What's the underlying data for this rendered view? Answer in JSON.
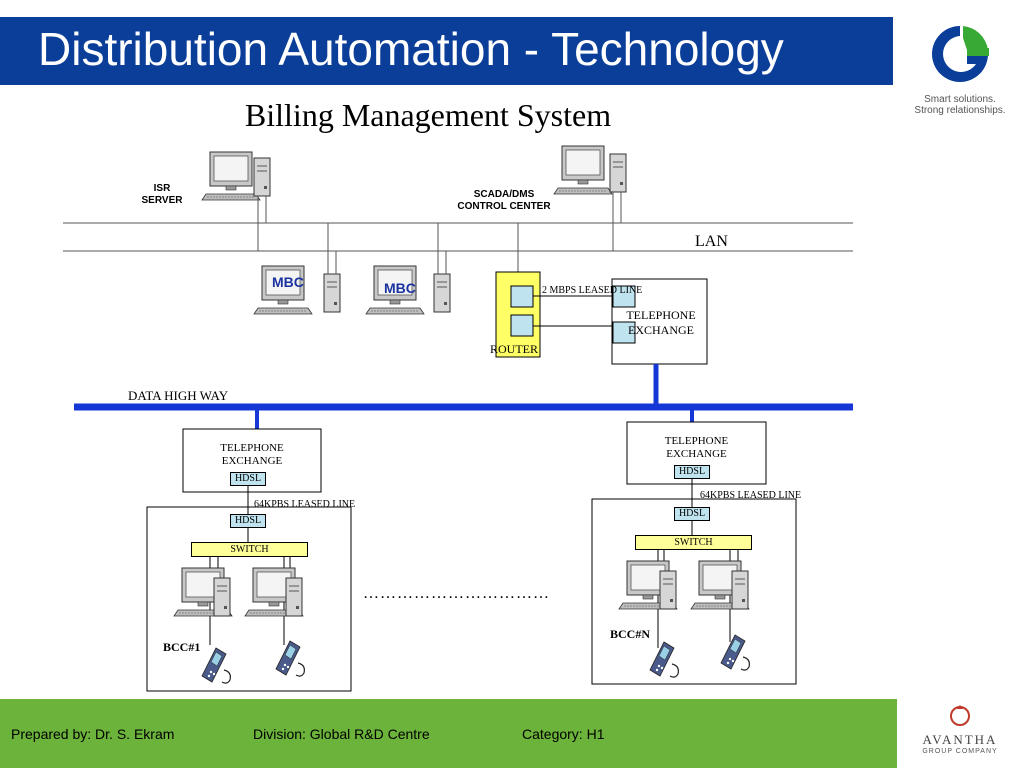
{
  "header": {
    "title": "Distribution Automation - Technology"
  },
  "logo": {
    "tagline_line1": "Smart solutions.",
    "tagline_line2": "Strong relationships."
  },
  "diagram": {
    "title": "Billing Management System",
    "isr_server": {
      "line1": "ISR",
      "line2": "SERVER"
    },
    "scada": {
      "line1": "SCADA/DMS",
      "line2": "CONTROL CENTER"
    },
    "lan_label": "LAN",
    "mbc_label": "MBC",
    "router_label": "ROUTER",
    "leased_2mbps": "2 MBPS LEASED LINE",
    "top_exchange": {
      "line1": "TELEPHONE",
      "line2": "EXCHANGE"
    },
    "data_highway": "DATA HIGH WAY",
    "left_exchange": {
      "line1": "TELEPHONE",
      "line2": "EXCHANGE"
    },
    "right_exchange": {
      "line1": "TELEPHONE",
      "line2": "EXCHANGE"
    },
    "hdsl_label": "HDSL",
    "leased_64kbps": "64KPBS LEASED LINE",
    "switch_label": "SWITCH",
    "bcc1": "BCC#1",
    "bccn": "BCC#N",
    "ellipsis": "……………………………"
  },
  "footer": {
    "prepared_by": "Prepared by: Dr. S. Ekram",
    "division": "Division: Global R&D Centre",
    "category": "Category: H1",
    "avantha_name": "AVANTHA",
    "avantha_sub": "GROUP COMPANY"
  },
  "colors": {
    "header_blue": "#0b3e99",
    "footer_green": "#6bb33a",
    "highway_blue": "#1437d6",
    "router_yellow": "#ffff66",
    "hdsl_blue": "#bfe3ef",
    "logo_green": "#39a935"
  }
}
